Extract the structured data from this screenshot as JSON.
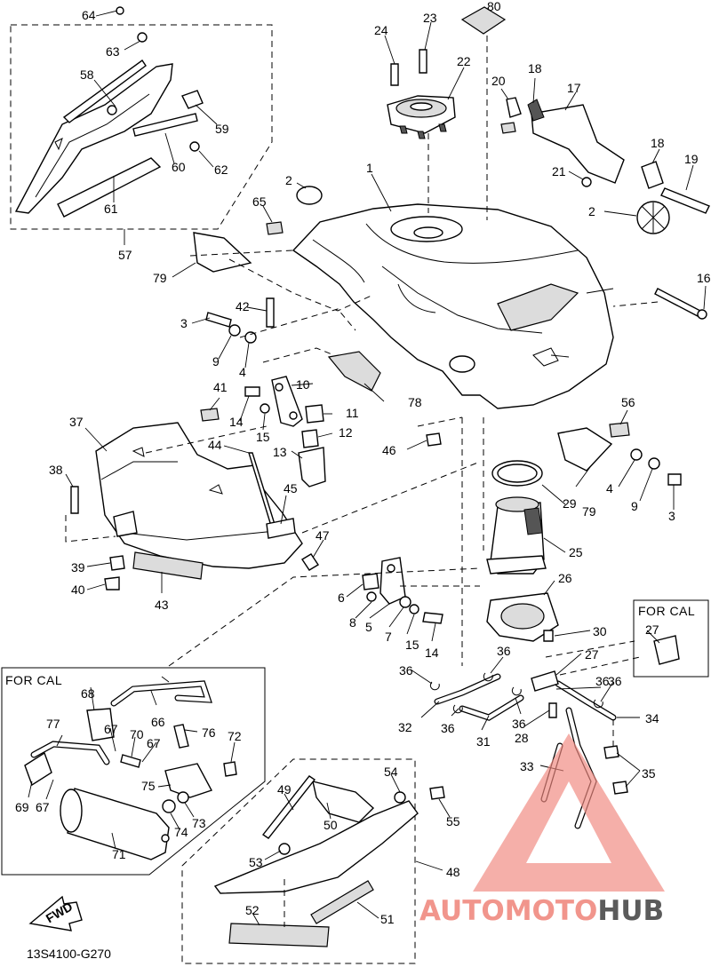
{
  "diagram": {
    "code": "13S4100-G270",
    "fwd_label": "FWD",
    "callout_box_labels": [
      "FOR CAL",
      "FOR CAL"
    ],
    "watermark": {
      "part1": "AUTOMOTO",
      "part2": "HUB"
    },
    "colors": {
      "line": "#000000",
      "watermark_red": "#f08a80",
      "watermark_dark": "#4a4a4a"
    },
    "parts": [
      {
        "num": "64"
      },
      {
        "num": "63"
      },
      {
        "num": "58"
      },
      {
        "num": "59"
      },
      {
        "num": "60"
      },
      {
        "num": "62"
      },
      {
        "num": "61"
      },
      {
        "num": "57"
      },
      {
        "num": "24"
      },
      {
        "num": "23"
      },
      {
        "num": "22"
      },
      {
        "num": "80"
      },
      {
        "num": "20"
      },
      {
        "num": "18"
      },
      {
        "num": "17"
      },
      {
        "num": "18"
      },
      {
        "num": "19"
      },
      {
        "num": "21"
      },
      {
        "num": "2"
      },
      {
        "num": "1"
      },
      {
        "num": "2"
      },
      {
        "num": "65"
      },
      {
        "num": "16"
      },
      {
        "num": "79"
      },
      {
        "num": "42"
      },
      {
        "num": "3"
      },
      {
        "num": "9"
      },
      {
        "num": "4"
      },
      {
        "num": "10"
      },
      {
        "num": "78"
      },
      {
        "num": "41"
      },
      {
        "num": "14"
      },
      {
        "num": "11"
      },
      {
        "num": "15"
      },
      {
        "num": "12"
      },
      {
        "num": "56"
      },
      {
        "num": "37"
      },
      {
        "num": "44"
      },
      {
        "num": "13"
      },
      {
        "num": "46"
      },
      {
        "num": "4"
      },
      {
        "num": "9"
      },
      {
        "num": "3"
      },
      {
        "num": "79"
      },
      {
        "num": "29"
      },
      {
        "num": "38"
      },
      {
        "num": "45"
      },
      {
        "num": "47"
      },
      {
        "num": "25"
      },
      {
        "num": "39"
      },
      {
        "num": "40"
      },
      {
        "num": "43"
      },
      {
        "num": "6"
      },
      {
        "num": "8"
      },
      {
        "num": "5"
      },
      {
        "num": "7"
      },
      {
        "num": "26"
      },
      {
        "num": "15"
      },
      {
        "num": "14"
      },
      {
        "num": "30"
      },
      {
        "num": "27"
      },
      {
        "num": "27"
      },
      {
        "num": "36"
      },
      {
        "num": "36"
      },
      {
        "num": "36"
      },
      {
        "num": "36"
      },
      {
        "num": "36"
      },
      {
        "num": "36"
      },
      {
        "num": "32"
      },
      {
        "num": "31"
      },
      {
        "num": "28"
      },
      {
        "num": "34"
      },
      {
        "num": "35"
      },
      {
        "num": "33"
      },
      {
        "num": "68"
      },
      {
        "num": "66"
      },
      {
        "num": "77"
      },
      {
        "num": "67"
      },
      {
        "num": "70"
      },
      {
        "num": "67"
      },
      {
        "num": "76"
      },
      {
        "num": "72"
      },
      {
        "num": "69"
      },
      {
        "num": "67"
      },
      {
        "num": "75"
      },
      {
        "num": "73"
      },
      {
        "num": "74"
      },
      {
        "num": "71"
      },
      {
        "num": "54"
      },
      {
        "num": "49"
      },
      {
        "num": "50"
      },
      {
        "num": "55"
      },
      {
        "num": "53"
      },
      {
        "num": "48"
      },
      {
        "num": "52"
      },
      {
        "num": "51"
      }
    ]
  }
}
